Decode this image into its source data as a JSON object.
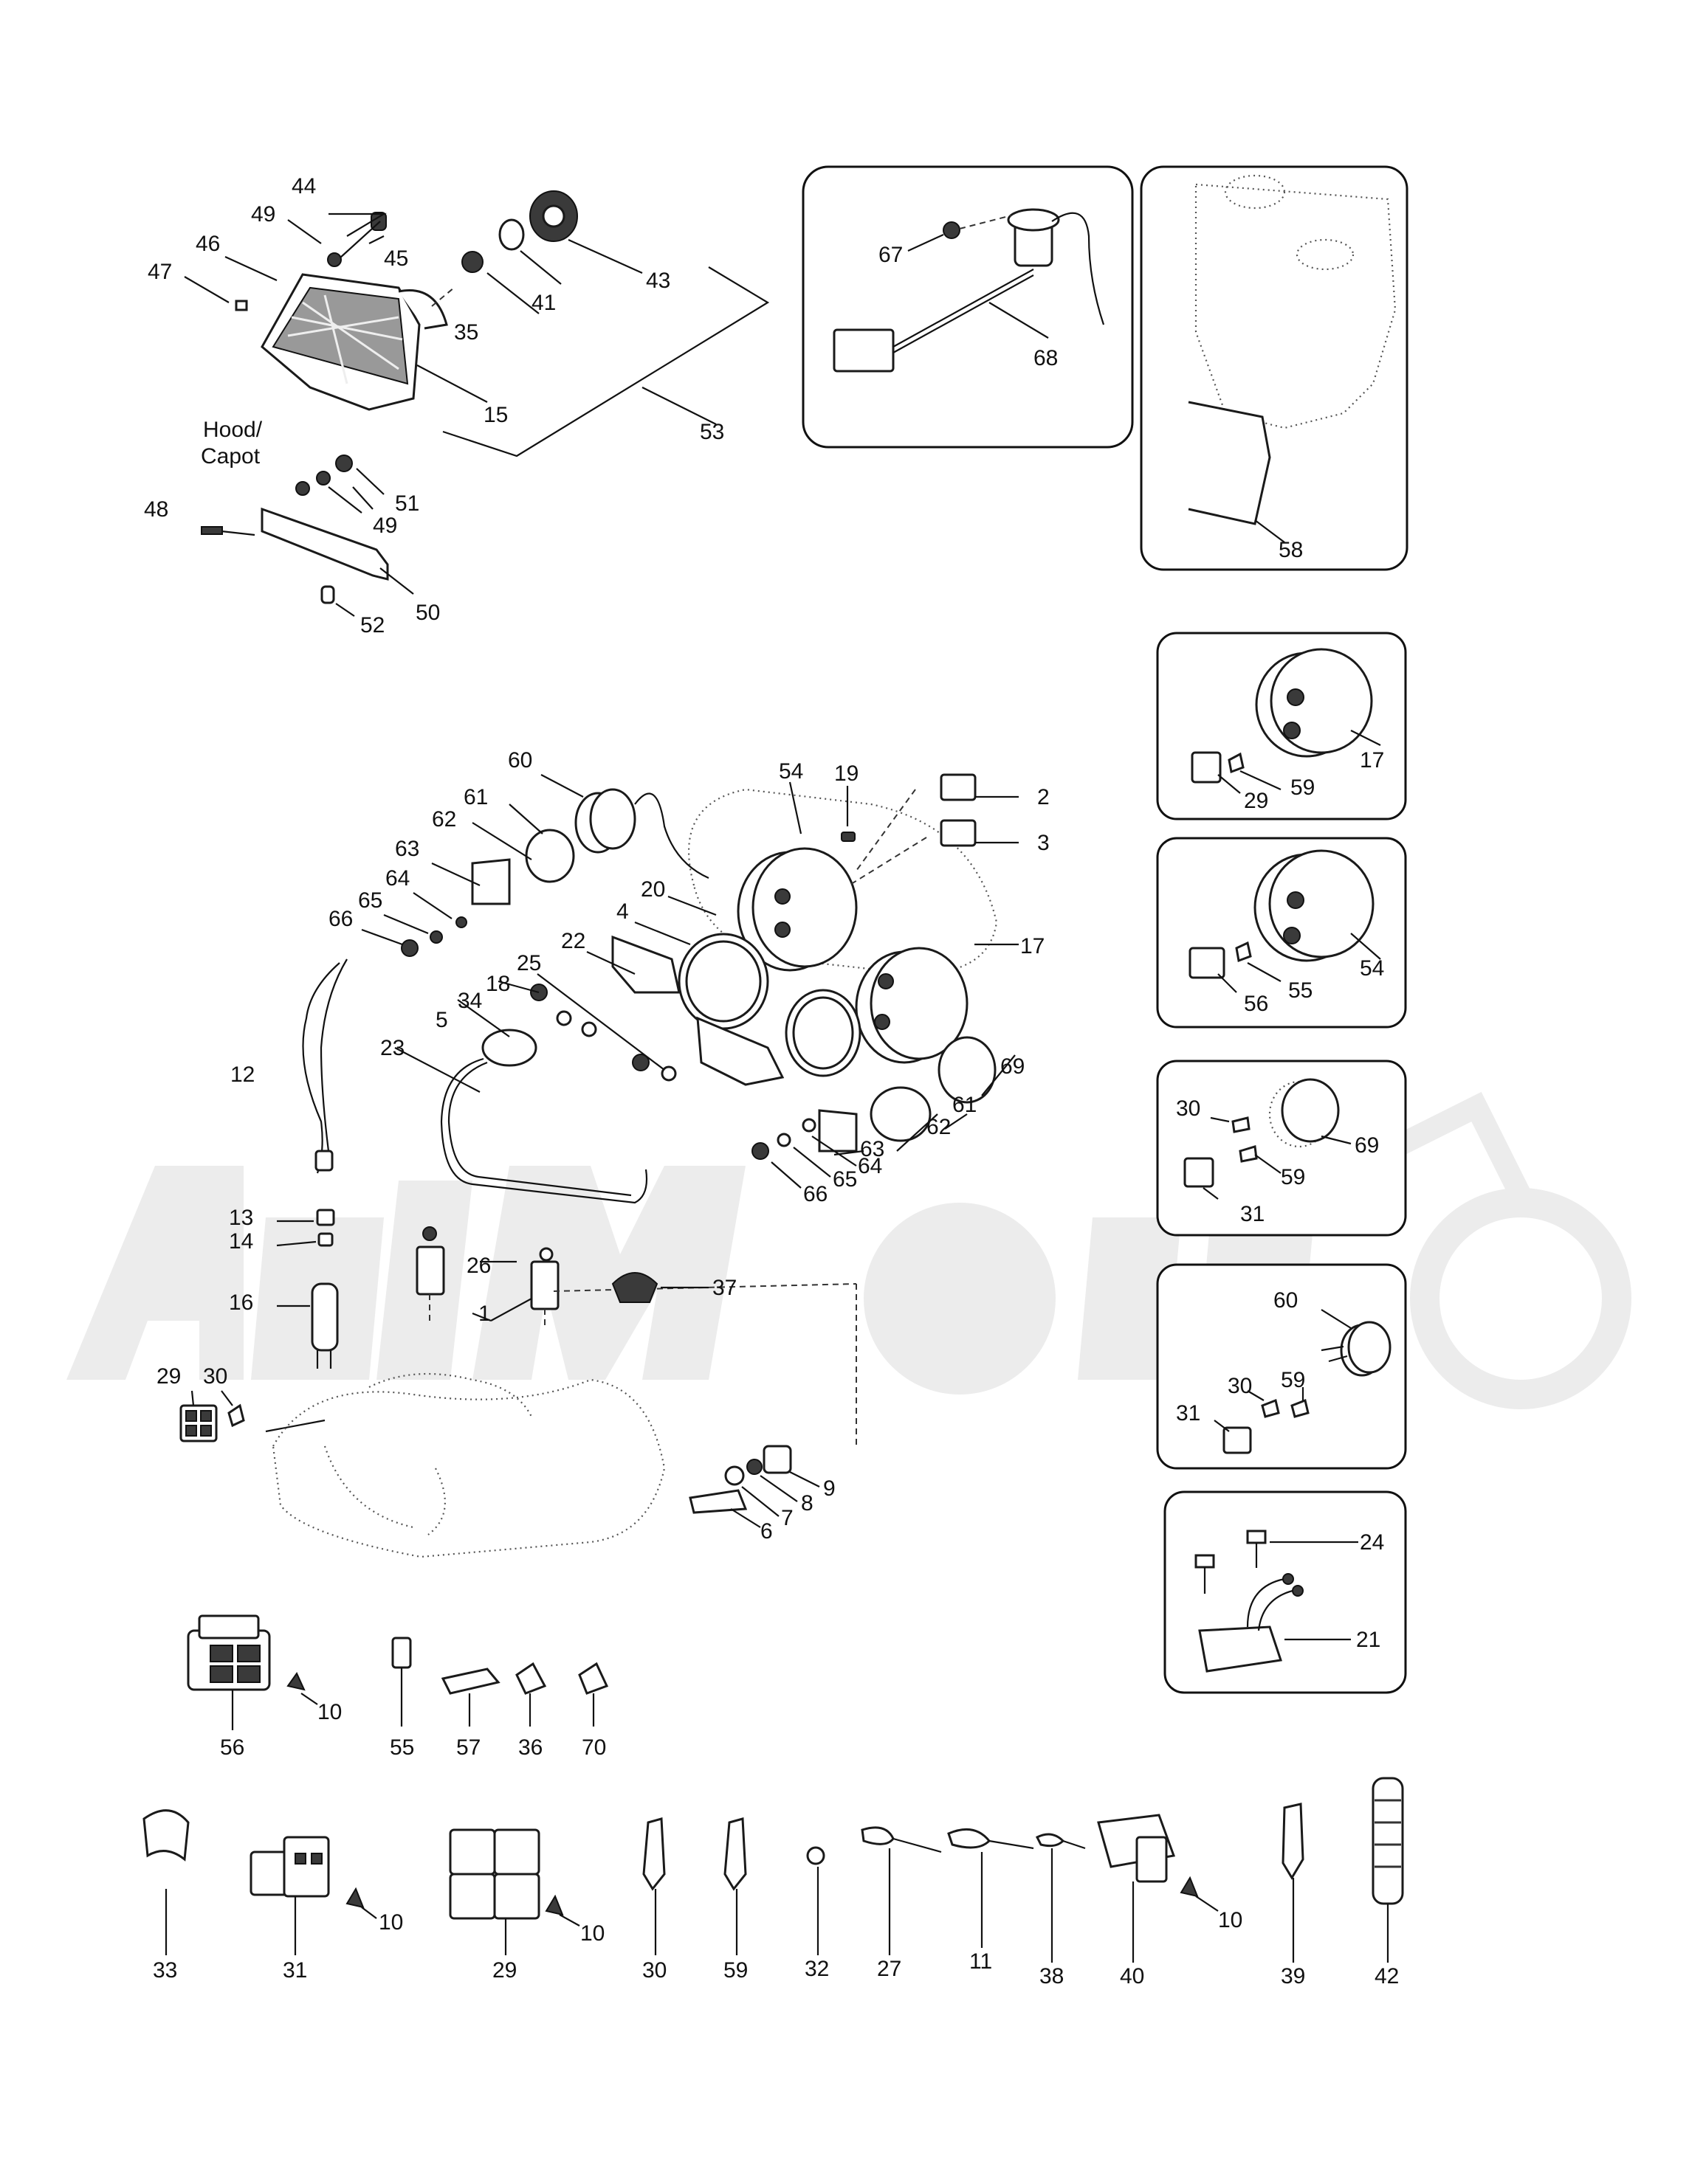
{
  "hood_label": [
    "Hood/",
    "Capot"
  ],
  "callouts": {
    "c1": "1",
    "c2": "2",
    "c3": "3",
    "c4": "4",
    "c5": "5",
    "c6": "6",
    "c7": "7",
    "c8": "8",
    "c9": "9",
    "c10a": "10",
    "c10b": "10",
    "c10c": "10",
    "c10d": "10",
    "c11": "11",
    "c12": "12",
    "c13": "13",
    "c14": "14",
    "c15": "15",
    "c16": "16",
    "c17a": "17",
    "c17b": "17",
    "c18": "18",
    "c19": "19",
    "c20": "20",
    "c21": "21",
    "c22": "22",
    "c23": "23",
    "c24": "24",
    "c25": "25",
    "c26": "26",
    "c27": "27",
    "c29a": "29",
    "c29b": "29",
    "c29c": "29",
    "c30a": "30",
    "c30b": "30",
    "c30c": "30",
    "c30d": "30",
    "c31a": "31",
    "c31b": "31",
    "c31c": "31",
    "c32": "32",
    "c33": "33",
    "c34": "34",
    "c35": "35",
    "c36": "36",
    "c37": "37",
    "c38": "38",
    "c39": "39",
    "c40": "40",
    "c41": "41",
    "c42": "42",
    "c43": "43",
    "c44": "44",
    "c45": "45",
    "c46": "46",
    "c47": "47",
    "c48": "48",
    "c49a": "49",
    "c49b": "49",
    "c50": "50",
    "c51": "51",
    "c52": "52",
    "c53": "53",
    "c54a": "54",
    "c54b": "54",
    "c55a": "55",
    "c55b": "55",
    "c56a": "56",
    "c56b": "56",
    "c57": "57",
    "c58": "58",
    "c59a": "59",
    "c59b": "59",
    "c59c": "59",
    "c59d": "59",
    "c60a": "60",
    "c60b": "60",
    "c61a": "61",
    "c61b": "61",
    "c62a": "62",
    "c62b": "62",
    "c63a": "63",
    "c63b": "63",
    "c64a": "64",
    "c64b": "64",
    "c65a": "65",
    "c65b": "65",
    "c66a": "66",
    "c66b": "66",
    "c67": "67",
    "c68": "68",
    "c69a": "69",
    "c69b": "69",
    "c70": "70"
  },
  "icons": [
    "headlight-icon",
    "speedometer-gauge-icon",
    "fuel-sender-icon",
    "fuel-tank-icon",
    "connector-housing-icon",
    "wire-harness-icon",
    "voltage-regulator-icon"
  ],
  "colors": {
    "ink": "#111111",
    "background": "#ffffff",
    "watermark": "#ececec"
  }
}
